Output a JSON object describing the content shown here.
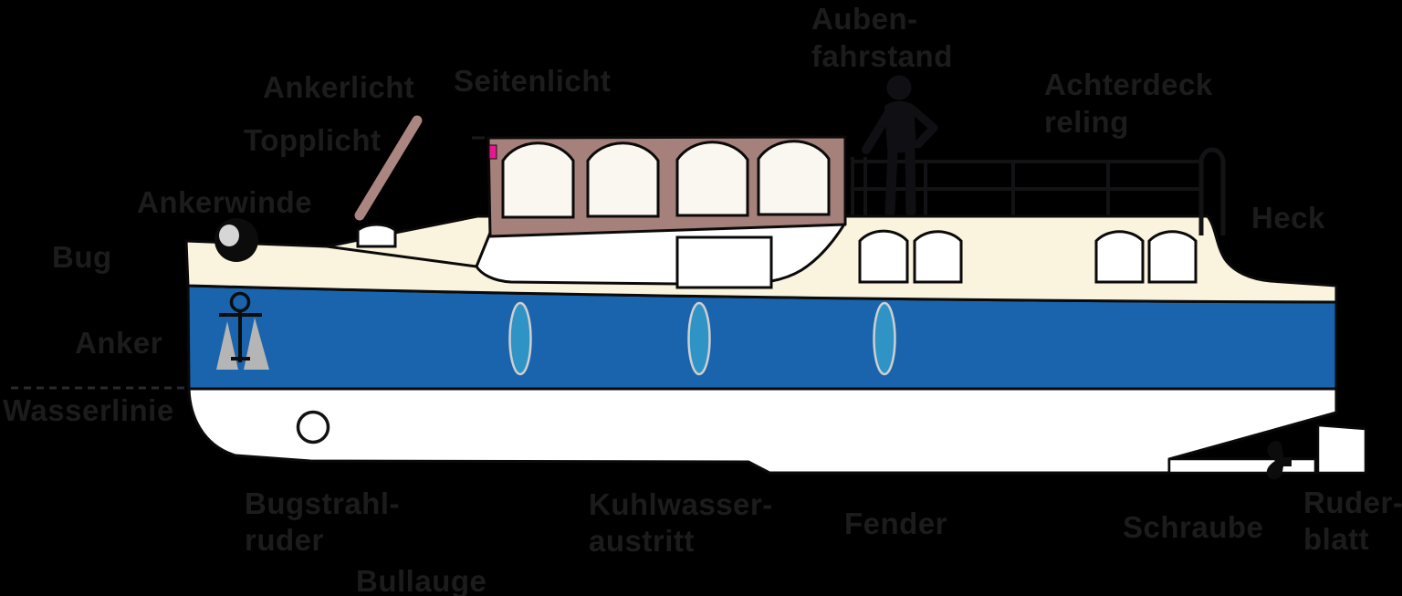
{
  "diagram": {
    "subject": "Motorboot / Yacht Teile-Diagramm (German boat parts diagram)",
    "language": "de",
    "background": "#000000"
  },
  "colors": {
    "hull_blue": "#1a64ae",
    "deck_cream": "#faf3de",
    "cabin_frame_mauve": "#a6807a",
    "window_offwhite": "#f9f7f0",
    "pure_white": "#ffffff",
    "porthole_blue": "#2f94c5",
    "porthole_ring_gray": "#cfcfcf",
    "sidelight_pink": "#e8168f",
    "anchor_fluke_gray": "#b5b5b5",
    "winch_ball_gray": "#d6d6d6",
    "outline_black": "#0a0a0a",
    "silhouette_dark": "#101014",
    "label_text": "#1c1c1c",
    "mast_rosy": "#ab857f"
  },
  "labels": {
    "ankerlicht": {
      "text": "Ankerlicht"
    },
    "seitenlicht": {
      "text": "Seitenlicht"
    },
    "aussenfahrstand": {
      "line1": "Auben-",
      "line2": "fahrstand"
    },
    "achterdeckreling": {
      "line1": "Achterdeck",
      "line2": "reling"
    },
    "topplicht": {
      "text": "Topplicht"
    },
    "ankerwinde": {
      "text": "Ankerwinde"
    },
    "bug": {
      "text": "Bug"
    },
    "heck": {
      "text": "Heck"
    },
    "anker": {
      "text": "Anker"
    },
    "wasserlinie": {
      "text": "Wasserlinie"
    },
    "bugstrahlruder": {
      "line1": "Bugstrahl-",
      "line2": "ruder"
    },
    "bullauge": {
      "text": "Bullauge"
    },
    "kuehlwasseraustritt": {
      "line1": "Kuhlwasser-",
      "line2": "austritt"
    },
    "fender": {
      "text": "Fender"
    },
    "schraube": {
      "text": "Schraube"
    },
    "ruderblatt": {
      "line1": "Ruder-",
      "line2": "blatt"
    }
  }
}
